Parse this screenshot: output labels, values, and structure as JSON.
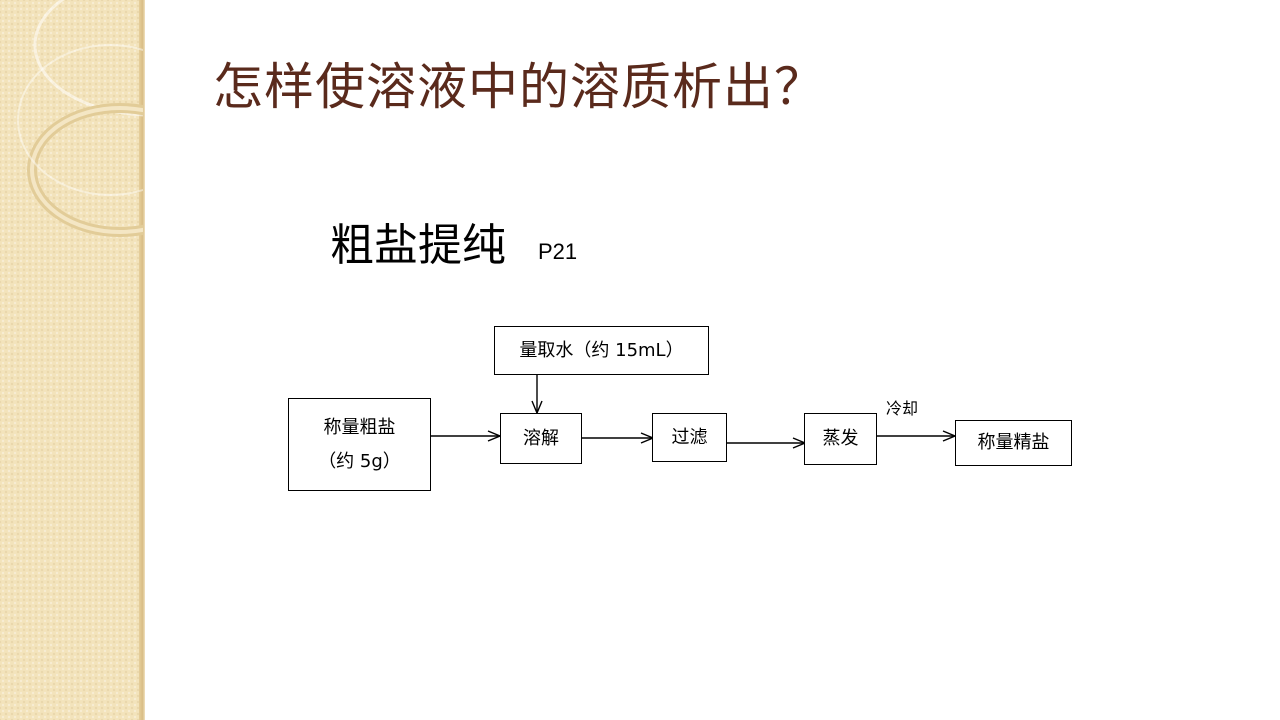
{
  "slide": {
    "title": "怎样使溶液中的溶质析出？",
    "subtitle": "粗盐提纯",
    "page_ref": "P21"
  },
  "flowchart": {
    "weigh_crude_salt": {
      "line1": "称量粗盐",
      "line2": "（约 5g）"
    },
    "measure_water": "量取水（约 15mL）",
    "dissolve": "溶解",
    "filter": "过滤",
    "evaporate": "蒸发",
    "cool_label": "冷却",
    "weigh_refined_salt": "称量精盐"
  },
  "colors": {
    "title": "#5a2a1c",
    "side_panel": "#f3e3bb",
    "ring": "#e7d3a6"
  }
}
